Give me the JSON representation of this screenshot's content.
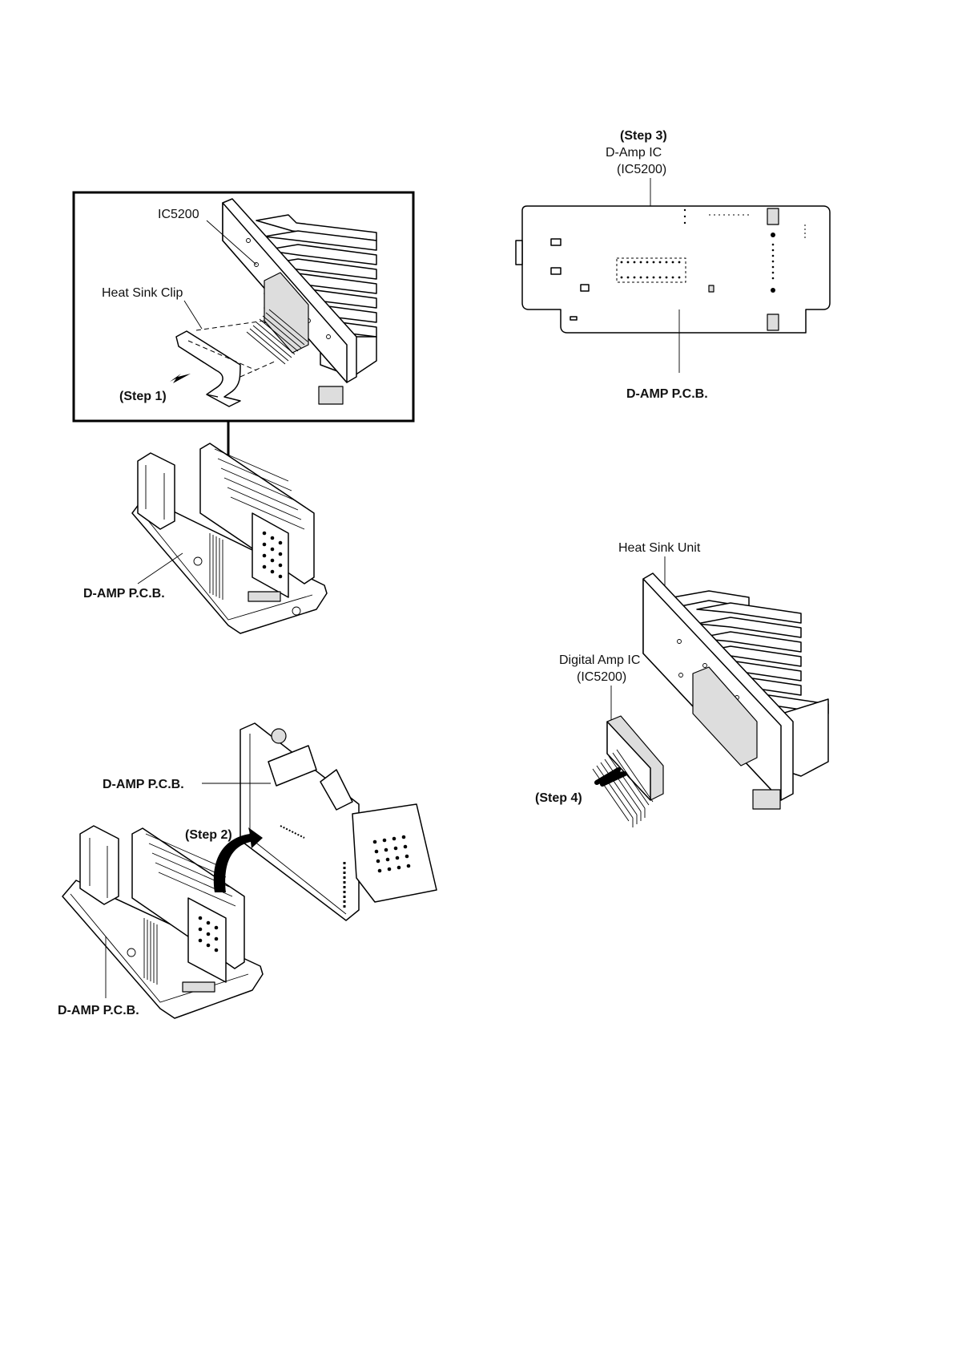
{
  "labels": {
    "ic5200": "IC5200",
    "heat_sink_clip": "Heat Sink Clip",
    "step1": "(Step 1)",
    "d_amp_pcb_1": "D-AMP P.C.B.",
    "d_amp_pcb_2a": "D-AMP P.C.B.",
    "step2": "(Step 2)",
    "d_amp_pcb_2b": "D-AMP P.C.B.",
    "step3": "(Step 3)",
    "d_amp_ic": "D-Amp IC",
    "ic5200_paren": "(IC5200)",
    "d_amp_pcb_3": "D-AMP P.C.B.",
    "heat_sink_unit": "Heat Sink Unit",
    "digital_amp_ic": "Digital Amp IC",
    "ic5200_paren_2": "(IC5200)",
    "step4": "(Step 4)"
  },
  "icons": [
    "arrow-step1-icon",
    "arrow-step2-icon",
    "arrow-step4-icon",
    "pointer-dot-icon"
  ]
}
